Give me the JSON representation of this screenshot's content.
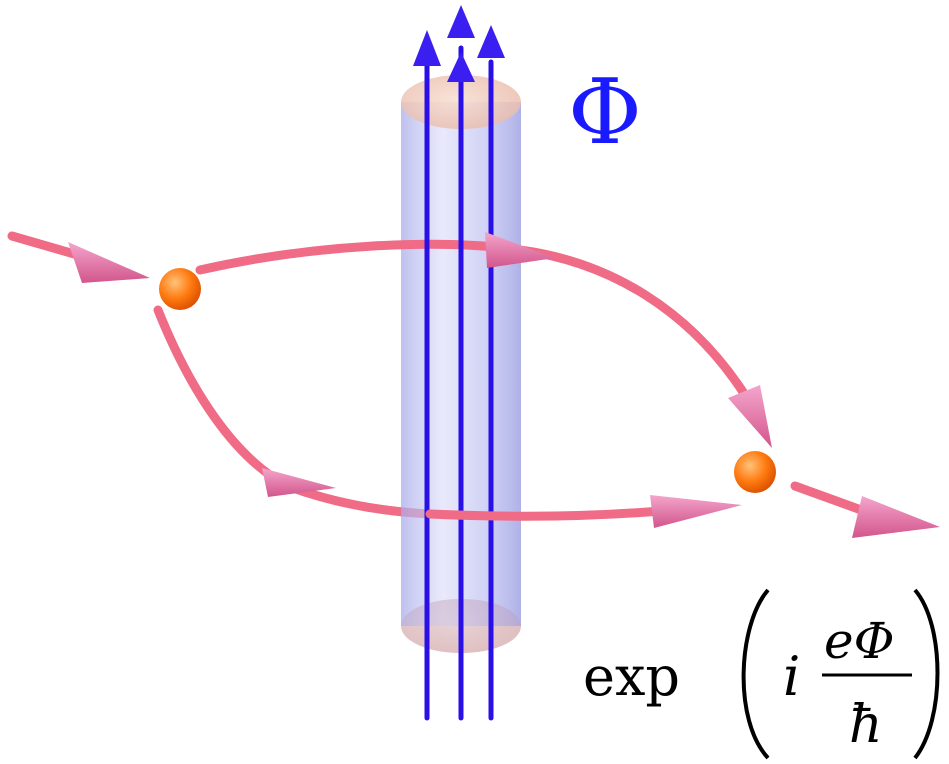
{
  "flux_label": "Φ",
  "formula": {
    "func": "exp",
    "i": "i",
    "numerator": "eΦ",
    "denominator": "ħ"
  },
  "colors": {
    "flux_arrow": "#2a10e6",
    "flux_label": "#1a1aff",
    "tube_fill": "#b7b9f2",
    "tube_cap": "#f0c8b4",
    "path_tube": "#ef6b86",
    "path_cone": "#e86ea6",
    "particle": "#ff7a10",
    "formula_text": "#000000"
  }
}
